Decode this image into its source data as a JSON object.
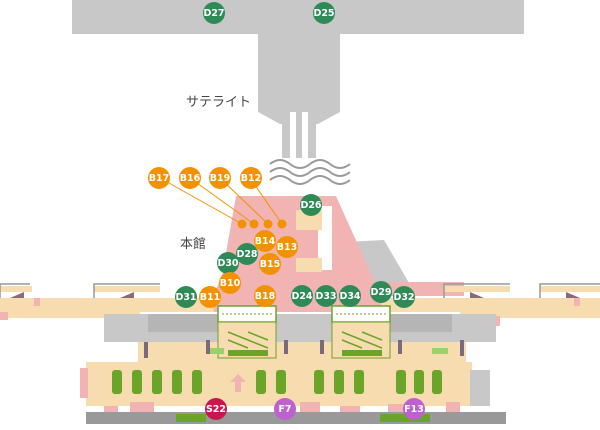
{
  "labels": {
    "satellite": "サテライト",
    "main_building": "本館"
  },
  "colors": {
    "d_gate": "#2e8b57",
    "b_gate": "#f39200",
    "s_gate": "#c8174f",
    "f_gate": "#c05fd0",
    "concourse": "#f6dcae",
    "pink_area": "#f2b3b3",
    "gray_building": "#c8c8c8",
    "dark_gray": "#999999",
    "green_block": "#6aa52a",
    "leader_line": "#f39200"
  },
  "icons": {
    "entrance": "up-arrow-icon"
  },
  "gates": {
    "d": [
      "D27",
      "D25",
      "D26",
      "D28",
      "D30",
      "D31",
      "D24",
      "D33",
      "D34",
      "D29",
      "D32"
    ],
    "b": [
      "B17",
      "B16",
      "B19",
      "B12",
      "B14",
      "B13",
      "B15",
      "B10",
      "B11",
      "B18"
    ],
    "s": [
      "S22"
    ],
    "f": [
      "F7",
      "F13"
    ]
  }
}
